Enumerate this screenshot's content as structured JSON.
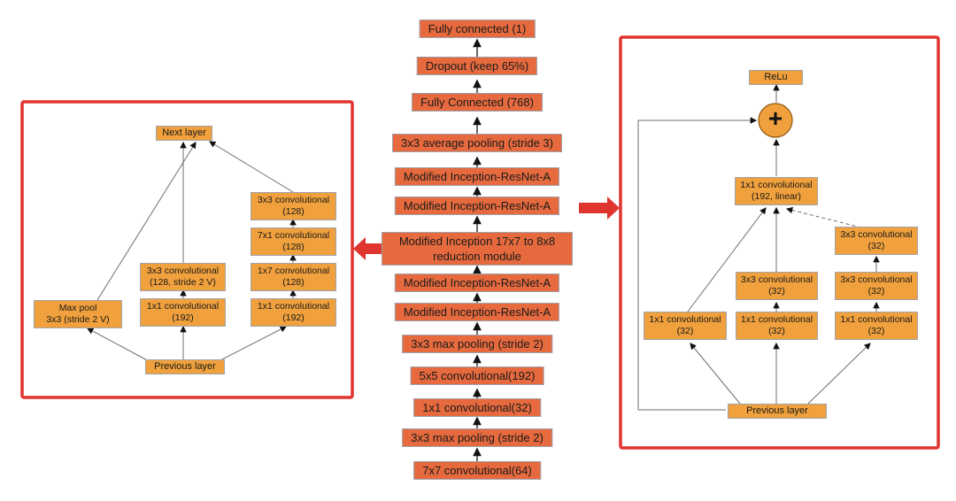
{
  "colors": {
    "center_box": "#E66A3E",
    "module_box": "#F0A03C",
    "accent_red": "#E0342F",
    "box_border": "#9FA3AF"
  },
  "icons": {
    "left_pointer": "red-arrow-left",
    "right_pointer": "red-arrow-right",
    "add_junction": "plus-circle"
  },
  "center_column": {
    "layers": [
      "Fully connected (1)",
      "Dropout (keep 65%)",
      "Fully Connected (768)",
      "3x3 average pooling (stride 3)",
      "Modified Inception-ResNet-A",
      "Modified Inception-ResNet-A",
      "Modified Inception 17x7 to 8x8 reduction module",
      "Modified Inception-ResNet-A",
      "Modified Inception-ResNet-A",
      "3x3 max pooling (stride 2)",
      "5x5 convolutional(192)",
      "1x1 convolutional(32)",
      "3x3 max pooling (stride 2)",
      "7x7 convolutional(64)"
    ]
  },
  "left_module": {
    "next_layer": "Next layer",
    "previous_layer": "Previous layer",
    "maxpool_branch": "Max pool\n3x3 (stride 2 V)",
    "middle_branch": [
      "3x3 convolutional\n(128, stride 2 V)",
      "1x1 convolutional\n(192)"
    ],
    "right_branch": [
      "3x3 convolutional\n(128)",
      "7x1 convolutional\n(128)",
      "1x7 convolutional\n(128)",
      "1x1 convolutional\n(192)"
    ]
  },
  "right_module": {
    "relu": "ReLu",
    "plus": "+",
    "linear_conv": "1x1 convolutional\n(192, linear)",
    "left_branch": [
      "1x1 convolutional\n(32)"
    ],
    "middle_branch": [
      "3x3 convolutional\n(32)",
      "1x1 convolutional\n(32)"
    ],
    "right_branch": [
      "3x3 convolutional\n(32)",
      "3x3 convolutional\n(32)",
      "1x1 convolutional\n(32)"
    ],
    "previous_layer": "Previous layer"
  }
}
